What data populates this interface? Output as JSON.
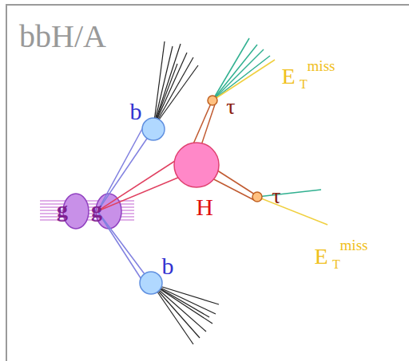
{
  "diagram": {
    "title": "bbH/A",
    "labels": [
      "b",
      "b",
      "H",
      "τ",
      "τ",
      "E",
      "T",
      "miss",
      "E",
      "T",
      "miss",
      "g",
      "g"
    ]
  }
}
